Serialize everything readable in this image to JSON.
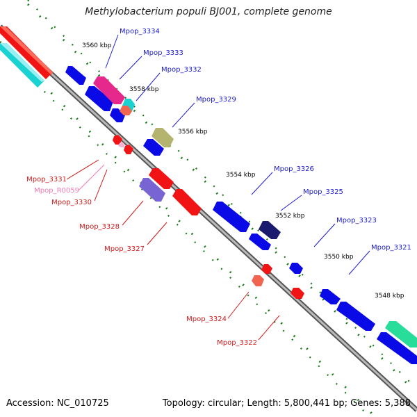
{
  "title": "Methylobacterium populi BJ001, complete genome",
  "footer": {
    "accession": "Accession: NC_010725",
    "summary": "Topology: circular; Length: 5,800,441 bp; Genes: 5,388"
  },
  "ticks": [
    "3560 kbp",
    "3558 kbp",
    "3556 kbp",
    "3554 kbp",
    "3552 kbp",
    "3550 kbp",
    "3548 kbp"
  ],
  "genes": [
    {
      "label": "Mpop_3334",
      "color": "#1a1acc"
    },
    {
      "label": "Mpop_3333",
      "color": "#1a1acc"
    },
    {
      "label": "Mpop_3332",
      "color": "#1a1acc"
    },
    {
      "label": "Mpop_3329",
      "color": "#1a1acc"
    },
    {
      "label": "Mpop_3326",
      "color": "#1a1acc"
    },
    {
      "label": "Mpop_3325",
      "color": "#1a1acc"
    },
    {
      "label": "Mpop_3323",
      "color": "#1a1acc"
    },
    {
      "label": "Mpop_3321",
      "color": "#1a1acc"
    },
    {
      "label": "Mpop_3331",
      "color": "#cc1a1a"
    },
    {
      "label": "Mpop_R0059",
      "color": "#f07ab4"
    },
    {
      "label": "Mpop_3330",
      "color": "#cc1a1a"
    },
    {
      "label": "Mpop_3328",
      "color": "#cc1a1a"
    },
    {
      "label": "Mpop_3327",
      "color": "#cc1a1a"
    },
    {
      "label": "Mpop_3324",
      "color": "#cc1a1a"
    },
    {
      "label": "Mpop_3322",
      "color": "#cc1a1a"
    }
  ],
  "colors": {
    "forward": "#0a0ae6",
    "reverse": "#f01414",
    "backbone": "#808080",
    "tick_dot": "#1a7a1a",
    "cyan": "#1ad2d2",
    "magenta": "#e6288c",
    "olive": "#b4b46e",
    "lavender": "#7864d2",
    "salmon": "#f06450",
    "navy": "#1a1a6e",
    "mint": "#28dc9a",
    "pink": "#f5b4d2"
  }
}
